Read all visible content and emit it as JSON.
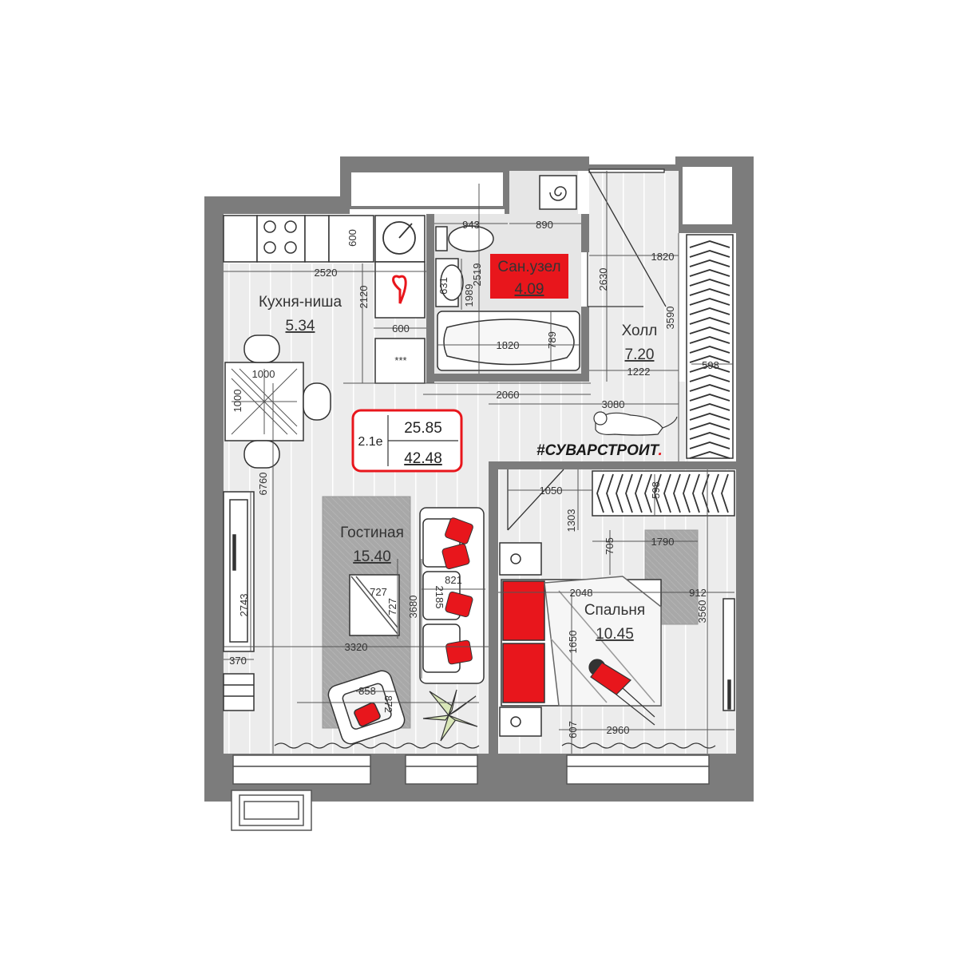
{
  "colors": {
    "wall": "#7c7c7c",
    "floor": "#eeeeee",
    "accent": "#e8161c",
    "rug": "#a6a6a6",
    "line": "#333333"
  },
  "rooms": {
    "kitchen": {
      "name": "Кухня-ниша",
      "area": "5.34"
    },
    "bathroom": {
      "name": "Сан.узел",
      "area": "4.09"
    },
    "hall": {
      "name": "Холл",
      "area": "7.20"
    },
    "living": {
      "name": "Гостиная",
      "area": "15.40"
    },
    "bedroom": {
      "name": "Спальня",
      "area": "10.45"
    }
  },
  "badge": {
    "type": "2.1е",
    "living_area": "25.85",
    "total_area": "42.48"
  },
  "brand": {
    "text": "#СУВАРСТРОИТ",
    "dot": "."
  },
  "appliances": {
    "dishwasher": "***"
  },
  "dimensions": {
    "d2520": "2520",
    "d600a": "600",
    "d2120": "2120",
    "d600b": "600",
    "d943": "943",
    "d890": "890",
    "d2519": "2519",
    "d631": "631",
    "d1989": "1989",
    "d1820a": "1820",
    "d789": "789",
    "d2630": "2630",
    "d1820b": "1820",
    "d3590": "3590",
    "d1222": "1222",
    "d598a": "598",
    "d2060": "2060",
    "d3080": "3080",
    "d1000a": "1000",
    "d1000b": "1000",
    "d6760": "6760",
    "d1050": "1050",
    "d1303": "1303",
    "d598b": "598",
    "d705": "705",
    "d1790": "1790",
    "d727a": "727",
    "d727b": "727",
    "d821": "821",
    "d2185": "2185",
    "d3680": "3680",
    "d2048": "2048",
    "d912": "912",
    "d3560": "3560",
    "d2743": "2743",
    "d3320": "3320",
    "d370": "370",
    "d858": "858",
    "d872": "872",
    "d1650": "1650",
    "d607": "607",
    "d2960": "2960"
  }
}
